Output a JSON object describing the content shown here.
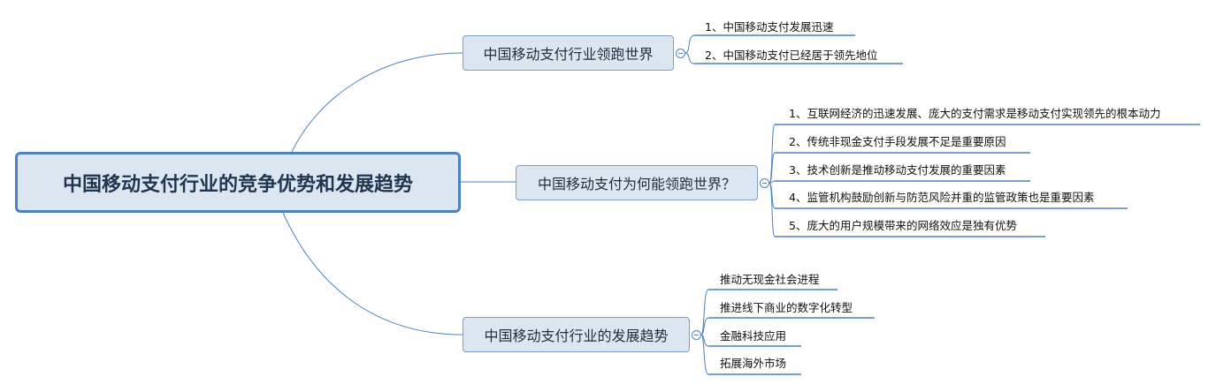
{
  "root": {
    "label": "中国移动支付行业的竞争优势和发展趋势"
  },
  "branches": [
    {
      "label": "中国移动支付行业领跑世界",
      "children": [
        "1、中国移动支付发展迅速",
        "2、中国移动支付已经居于领先地位"
      ]
    },
    {
      "label": "中国移动支付为何能领跑世界？",
      "children": [
        "1、互联网经济的迅速发展、庞大的支付需求是移动支付实现领先的根本动力",
        "2、传统非现金支付手段发展不足是重要原因",
        "3、技术创新是推动移动支付发展的重要因素",
        "4、监管机构鼓励创新与防范风险并重的监管政策也是重要因素",
        "5、庞大的用户规模带来的网络效应是独有优势"
      ]
    },
    {
      "label": "中国移动支付行业的发展趋势",
      "children": [
        "推动无现金社会进程",
        "推进线下商业的数字化转型",
        "金融科技应用",
        "拓展海外市场"
      ]
    }
  ],
  "colors": {
    "line": "#4f81bd",
    "topic_fill": "#dce6f1",
    "underline": "#4f81bd"
  }
}
